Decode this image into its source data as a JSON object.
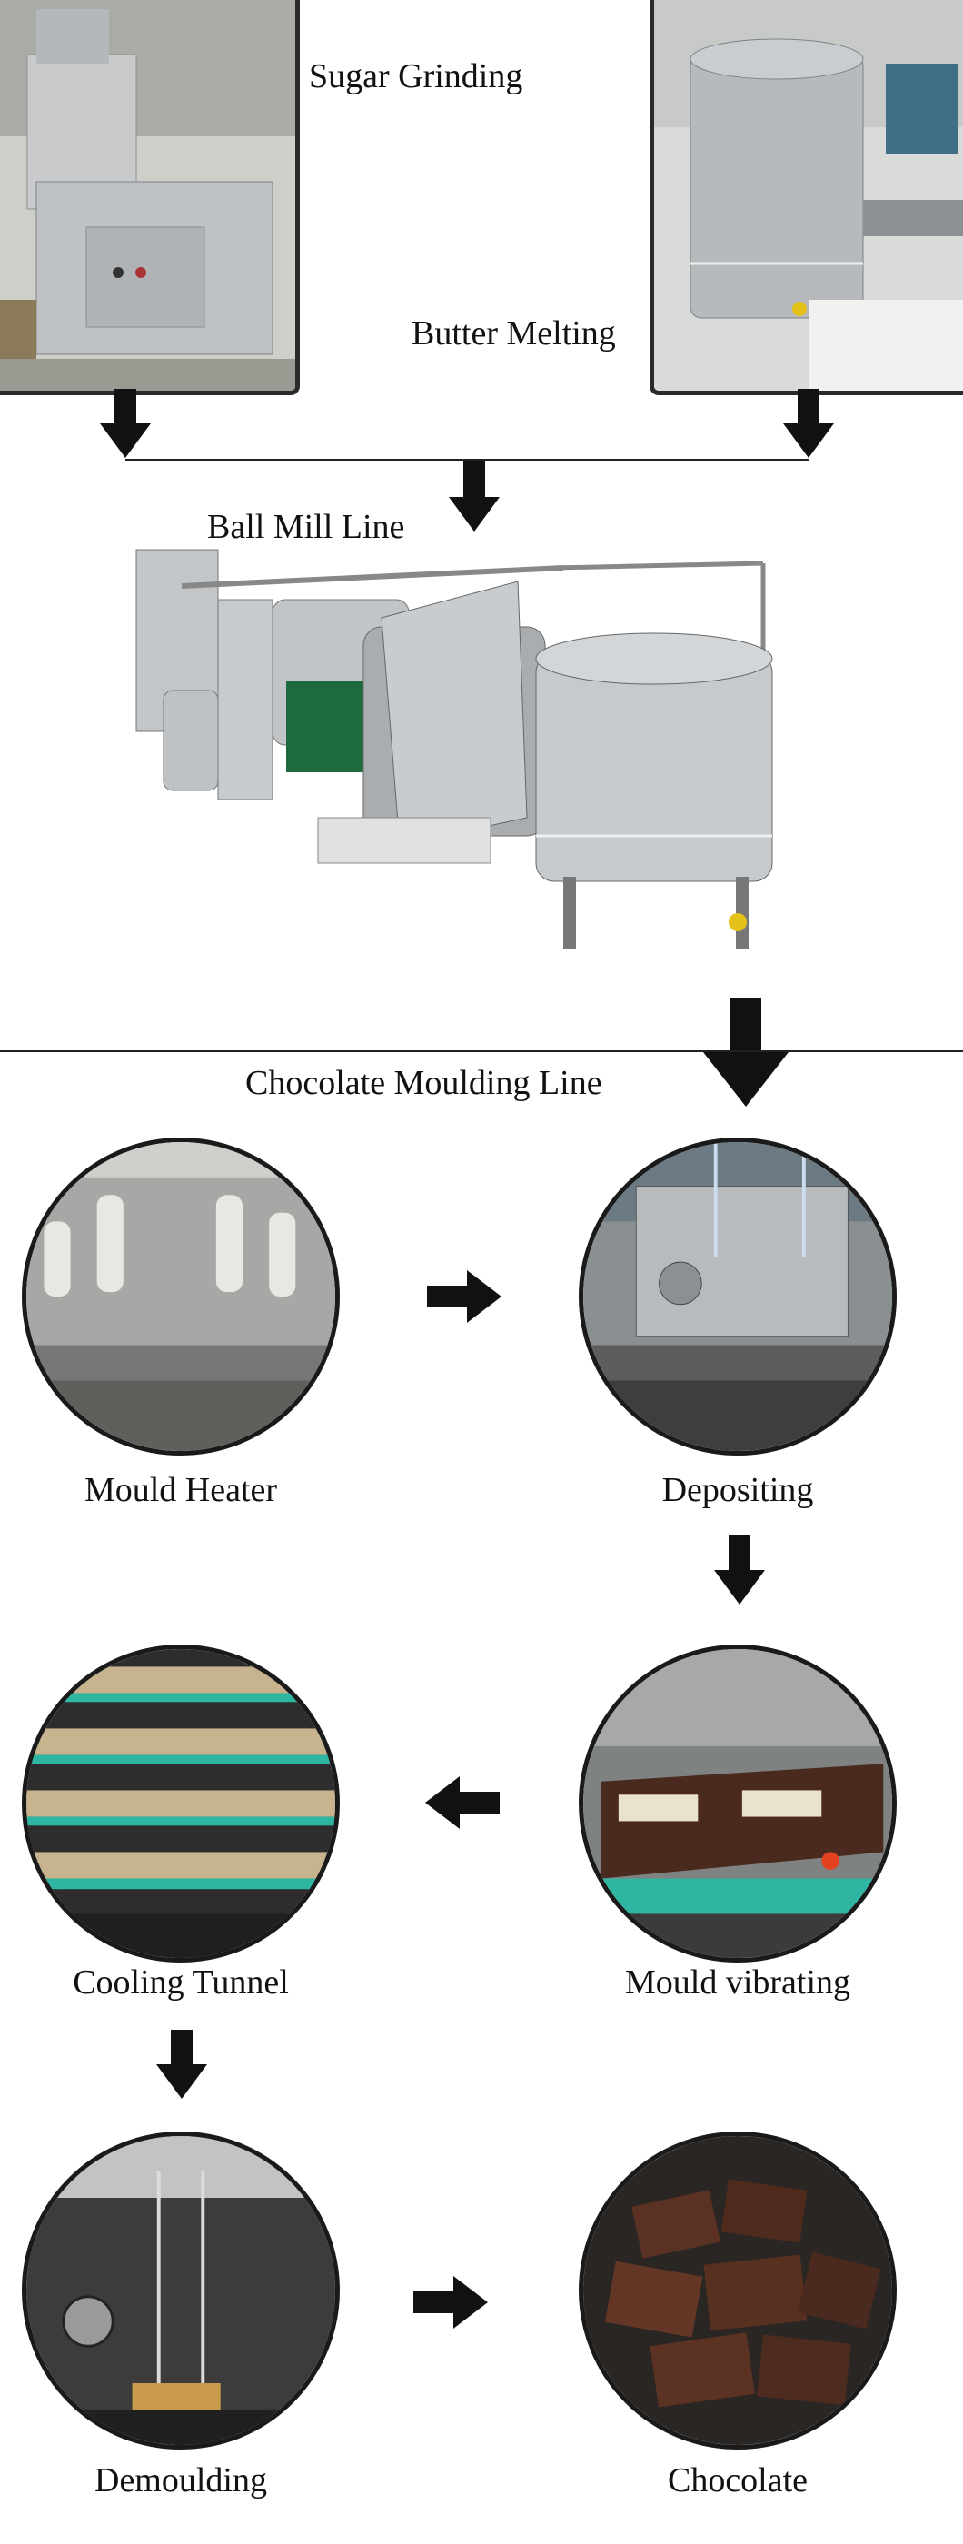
{
  "title": "Chocolate production process",
  "stages": {
    "sugar_grinding": "Sugar Grinding",
    "butter_melting": "Butter Melting",
    "ball_mill_line": "Ball Mill Line",
    "moulding_line": "Chocolate Moulding Line",
    "mould_heater": "Mould Heater",
    "depositing": "Depositing",
    "mould_vibrating": "Mould vibrating",
    "cooling_tunnel": "Cooling Tunnel",
    "demoulding": "Demoulding",
    "chocolate": "Chocolate"
  },
  "icons": {
    "arrow_down": "arrow-down-icon",
    "arrow_right": "arrow-right-icon",
    "arrow_left": "arrow-left-icon"
  },
  "colors": {
    "steel": "#b9bcc0",
    "dark_frame": "#2a2a2a",
    "chocolate": "#4a2a1f",
    "teal": "#2fb6a3"
  }
}
